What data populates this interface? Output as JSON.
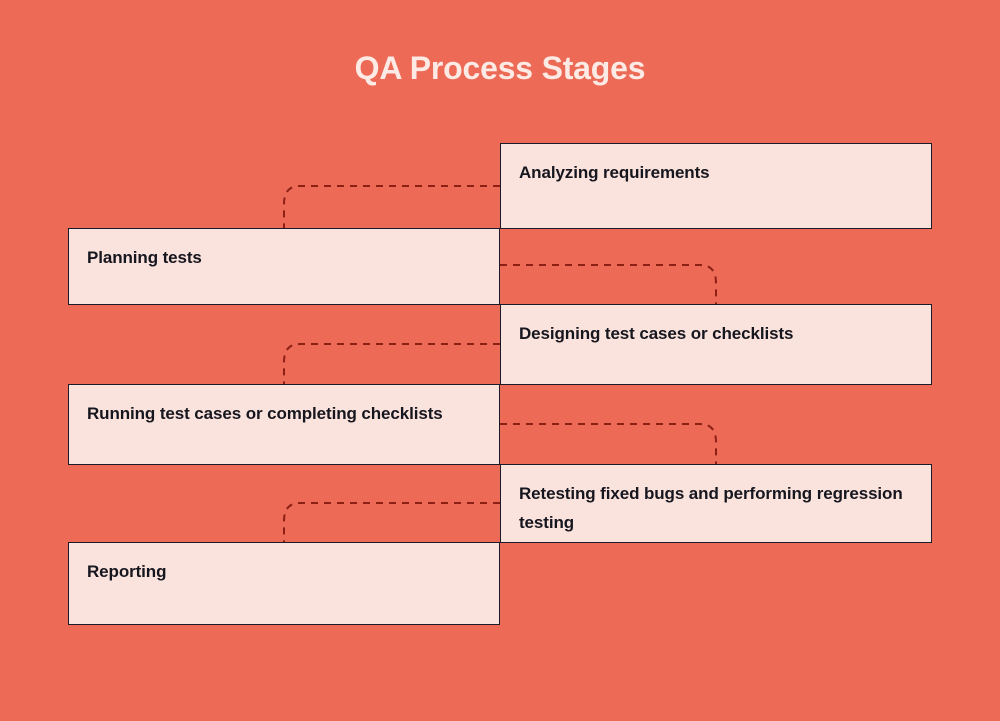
{
  "page": {
    "title": "QA Process Stages",
    "background_color": "#ec6a56",
    "box_fill_color": "#fbe3dd",
    "box_border_color": "#1c1c28",
    "connector_color": "#8c2015",
    "title_color": "#fdeae4",
    "text_color": "#16161f"
  },
  "chart_data": {
    "type": "diagram",
    "title": "QA Process Stages",
    "layout": "zigzag-vertical-flow",
    "stages": [
      {
        "index": 1,
        "label": "Analyzing requirements",
        "side": "right"
      },
      {
        "index": 2,
        "label": "Planning tests",
        "side": "left"
      },
      {
        "index": 3,
        "label": "Designing test cases or checklists",
        "side": "right"
      },
      {
        "index": 4,
        "label": "Running test cases or completing checklists",
        "side": "left"
      },
      {
        "index": 5,
        "label": "Retesting fixed bugs and performing regression testing",
        "side": "right"
      },
      {
        "index": 6,
        "label": "Reporting",
        "side": "left"
      }
    ],
    "connectors": [
      {
        "from": 1,
        "to": 2,
        "style": "dashed",
        "direction": "right-to-left"
      },
      {
        "from": 2,
        "to": 3,
        "style": "dashed",
        "direction": "left-to-right"
      },
      {
        "from": 3,
        "to": 4,
        "style": "dashed",
        "direction": "right-to-left"
      },
      {
        "from": 4,
        "to": 5,
        "style": "dashed",
        "direction": "left-to-right"
      },
      {
        "from": 5,
        "to": 6,
        "style": "dashed",
        "direction": "right-to-left"
      }
    ]
  },
  "stages": {
    "s1": "Analyzing requirements",
    "s2": "Planning tests",
    "s3": "Designing test cases or checklists",
    "s4": "Running test cases or completing checklists",
    "s5": "Retesting fixed bugs and performing regression testing",
    "s6": "Reporting"
  }
}
